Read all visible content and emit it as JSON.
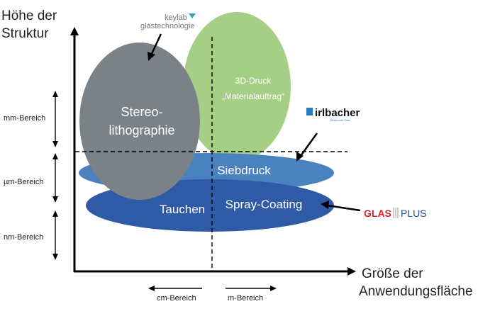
{
  "y_axis_title": [
    "Höhe der",
    "Struktur"
  ],
  "x_axis_title": [
    "Größe der",
    "Anwendungsfläche"
  ],
  "y_ranges": [
    "mm-Bereich",
    "µm-Bereich",
    "nm-Bereich"
  ],
  "x_ranges": [
    "cm-Bereich",
    "m-Bereich"
  ],
  "regions": {
    "stereo": [
      "Stereo-",
      "lithographie"
    ],
    "druck3d": [
      "3D-Druck",
      "„Materialauftrag“"
    ],
    "siebdruck": "Siebdruck",
    "spray": "Spray-Coating",
    "tauchen": "Tauchen"
  },
  "logos": {
    "keylab_top": "keylab",
    "keylab_bottom": "glastechnologie",
    "irlbacher": "irlbacher",
    "irlbacher_sub": "Blickpunkt Glas",
    "glasplus_a": "GLAS",
    "glasplus_b": "PLUS"
  },
  "colors": {
    "stereo": "#7b8287",
    "druck3d": "#a6cf86",
    "siebdruck": "#4a82c0",
    "spray": "#2f5aa6",
    "glas_red": "#d0262e",
    "plus_blue": "#1f4f9a"
  }
}
